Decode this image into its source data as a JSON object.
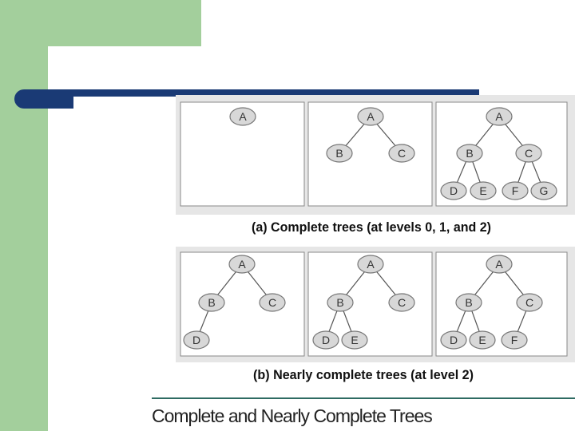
{
  "caption_a": "(a) Complete trees (at levels 0, 1, and 2)",
  "caption_b": "(b) Nearly complete trees (at level 2)",
  "figure_title": "Complete and Nearly Complete Trees",
  "colors": {
    "green": "#a3cf9c",
    "navy": "#1a3a75",
    "teal": "#2e6b62",
    "node_fill": "#d8d8d8"
  },
  "panels": [
    {
      "nodes": [
        {
          "id": "A",
          "label": "A"
        }
      ],
      "edges": []
    },
    {
      "nodes": [
        {
          "id": "A",
          "label": "A"
        },
        {
          "id": "B",
          "label": "B"
        },
        {
          "id": "C",
          "label": "C"
        }
      ],
      "edges": [
        [
          "A",
          "B"
        ],
        [
          "A",
          "C"
        ]
      ]
    },
    {
      "nodes": [
        {
          "id": "A",
          "label": "A"
        },
        {
          "id": "B",
          "label": "B"
        },
        {
          "id": "C",
          "label": "C"
        },
        {
          "id": "D",
          "label": "D"
        },
        {
          "id": "E",
          "label": "E"
        },
        {
          "id": "F",
          "label": "F"
        },
        {
          "id": "G",
          "label": "G"
        }
      ],
      "edges": [
        [
          "A",
          "B"
        ],
        [
          "A",
          "C"
        ],
        [
          "B",
          "D"
        ],
        [
          "B",
          "E"
        ],
        [
          "C",
          "F"
        ],
        [
          "C",
          "G"
        ]
      ]
    },
    {
      "nodes": [
        {
          "id": "A",
          "label": "A"
        },
        {
          "id": "B",
          "label": "B"
        },
        {
          "id": "C",
          "label": "C"
        },
        {
          "id": "D",
          "label": "D"
        }
      ],
      "edges": [
        [
          "A",
          "B"
        ],
        [
          "A",
          "C"
        ],
        [
          "B",
          "D"
        ]
      ]
    },
    {
      "nodes": [
        {
          "id": "A",
          "label": "A"
        },
        {
          "id": "B",
          "label": "B"
        },
        {
          "id": "C",
          "label": "C"
        },
        {
          "id": "D",
          "label": "D"
        },
        {
          "id": "E",
          "label": "E"
        }
      ],
      "edges": [
        [
          "A",
          "B"
        ],
        [
          "A",
          "C"
        ],
        [
          "B",
          "D"
        ],
        [
          "B",
          "E"
        ]
      ]
    },
    {
      "nodes": [
        {
          "id": "A",
          "label": "A"
        },
        {
          "id": "B",
          "label": "B"
        },
        {
          "id": "C",
          "label": "C"
        },
        {
          "id": "D",
          "label": "D"
        },
        {
          "id": "E",
          "label": "E"
        },
        {
          "id": "F",
          "label": "F"
        }
      ],
      "edges": [
        [
          "A",
          "B"
        ],
        [
          "A",
          "C"
        ],
        [
          "B",
          "D"
        ],
        [
          "B",
          "E"
        ],
        [
          "C",
          "F"
        ]
      ]
    }
  ]
}
